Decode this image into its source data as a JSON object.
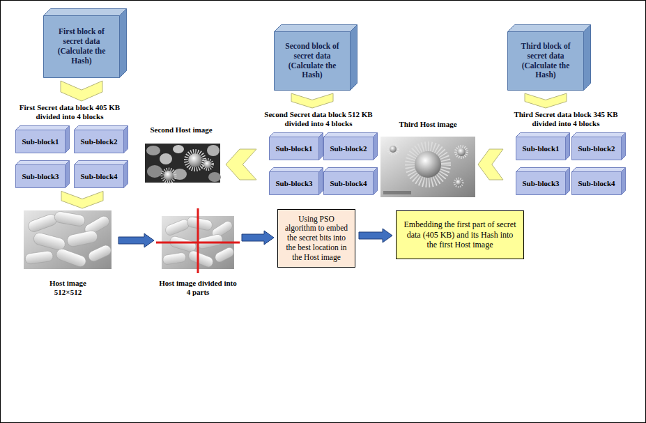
{
  "diagram": {
    "nodes": [
      {
        "text": [
          "First block of secret data (Calculate the Hash)"
        ]
      },
      {
        "text": [
          "Second block of secret data (Calculate the Hash)"
        ]
      },
      {
        "text": [
          "Third block of secret data (Calculate the Hash)"
        ]
      },
      {
        "text": [
          "First Secret data block 405 KB divided into 4 blocks"
        ]
      },
      {
        "text": [
          "Sub-block1"
        ],
        "in": 3
      },
      {
        "text": [
          "Sub-block2"
        ],
        "in": 3
      },
      {
        "text": [
          "Sub-block3"
        ],
        "in": 3
      },
      {
        "text": [
          "Sub-block4"
        ],
        "in": 3
      },
      {
        "text": [
          "Second Host image"
        ]
      },
      {
        "text": [
          "Second Secret data block 512 KB divided into 4 blocks"
        ]
      },
      {
        "text": [
          "Sub-block1"
        ],
        "in": 9
      },
      {
        "text": [
          "Sub-block2"
        ],
        "in": 9
      },
      {
        "text": [
          "Sub-block3"
        ],
        "in": 9
      },
      {
        "text": [
          "Sub-block4"
        ],
        "in": 9
      },
      {
        "text": [
          "Third Host image"
        ]
      },
      {
        "text": [
          "Third Secret data block 345 KB divided into 4 blocks"
        ]
      },
      {
        "text": [
          "Sub-block1"
        ],
        "in": 15
      },
      {
        "text": [
          "Sub-block2"
        ],
        "in": 15
      },
      {
        "text": [
          "Sub-block3"
        ],
        "in": 15
      },
      {
        "text": [
          "Sub-block4"
        ],
        "in": 15
      },
      {
        "text": [
          "Host image 512×512"
        ]
      },
      {
        "text": [
          "Host image divided into 4 parts"
        ]
      },
      {
        "text": [
          "Using PSO algorithm to embed the secret bits into the best location in the Host image"
        ]
      },
      {
        "text": [
          "Embedding the first part of secret data (405 KB) and its Hash into the first Host image"
        ]
      }
    ],
    "edges": [
      {
        "from": 0,
        "to": 3,
        "arrow": "to"
      },
      {
        "from": 1,
        "to": 9,
        "arrow": "to"
      },
      {
        "from": 2,
        "to": 15,
        "arrow": "to"
      },
      {
        "from": 3,
        "to": 20,
        "arrow": "to"
      },
      {
        "from": 9,
        "to": 8,
        "arrow": "to"
      },
      {
        "from": 15,
        "to": 14,
        "arrow": "to"
      },
      {
        "from": 20,
        "to": 21,
        "arrow": "to"
      },
      {
        "from": 21,
        "to": 22,
        "arrow": "to"
      },
      {
        "from": 22,
        "to": 23,
        "arrow": "to"
      }
    ]
  }
}
